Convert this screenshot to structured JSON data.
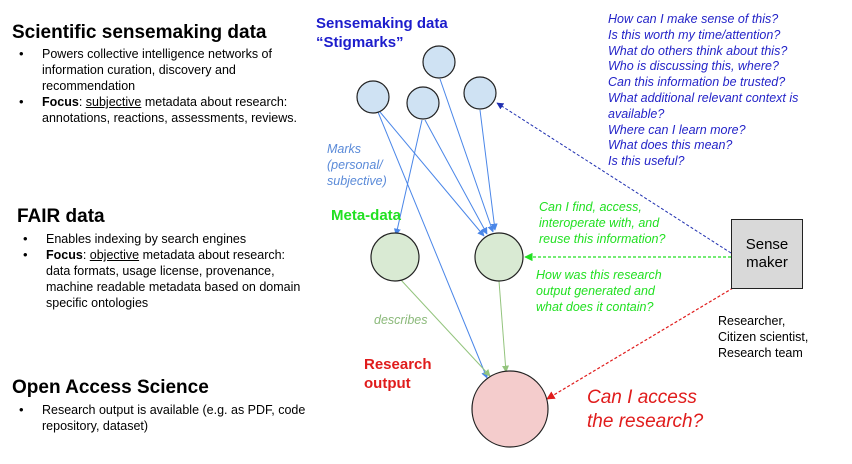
{
  "left": {
    "sensemaking": {
      "heading": "Scientific sensemaking data",
      "bullet1": "Powers collective intelligence networks of information curation, discovery and recommendation",
      "focus_label": "Focus",
      "focus_sep": ": ",
      "focus_word": "subjective",
      "focus_rest": " metadata about research: annotations, reactions, assessments, reviews."
    },
    "fair": {
      "heading": "FAIR data",
      "bullet1": "Enables indexing by search engines",
      "focus_label": "Focus",
      "focus_sep": ": ",
      "focus_word": "objective",
      "focus_rest": " metadata about research: data formats, usage license, provenance, machine readable metadata based on domain specific ontologies"
    },
    "open_access": {
      "heading": "Open Access Science",
      "bullet1": "Research output is available (e.g. as PDF, code repository, dataset)"
    }
  },
  "diagram": {
    "title_line1": "Sensemaking data",
    "title_line2": "“Stigmarks”",
    "marks_label": "Marks\n(personal/\nsubjective)",
    "meta_label": "Meta-data",
    "describes_label": "describes",
    "research_label": "Research\noutput",
    "questions": [
      "How can I make sense of this?",
      "Is this worth my time/attention?",
      "What do others think about this?",
      "Who is discussing this, where?",
      "Can this information be trusted?",
      "What additional relevant context is",
      "available?",
      "Where can I learn more?",
      "What does this mean?",
      "Is this useful?"
    ],
    "find_question": "Can I find, access,\ninteroperate with, and\nreuse this information?",
    "how_question": "How was this research\noutput generated and\nwhat does it contain?",
    "access_question": "Can I access\nthe research?",
    "sense_maker": "Sense\nmaker",
    "sense_maker_roles": "Researcher,\nCitizen scientist,\nResearch team"
  },
  "colors": {
    "stigmark_fill": "#cfe2f3",
    "metadata_fill": "#d9ead3",
    "research_fill": "#f4cccc",
    "blue_line": "#4a86e8",
    "green_line": "#93c47d",
    "questions_blue": "#2424c8",
    "green_text": "#22e022",
    "red_text": "#e01c1c",
    "box_fill": "#d9d9d9"
  }
}
